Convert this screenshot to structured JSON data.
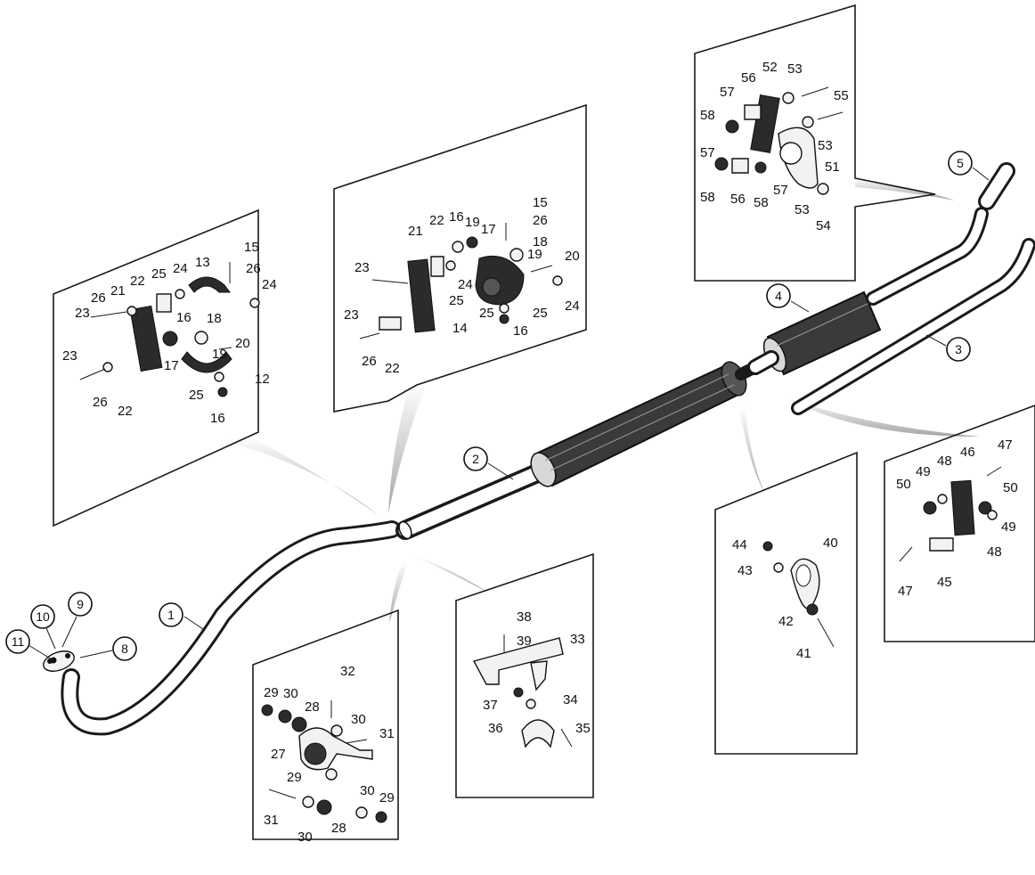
{
  "callouts": {
    "c1": "1",
    "c2": "2",
    "c3": "3",
    "c4": "4",
    "c5": "5",
    "c8": "8",
    "c9": "9",
    "c10": "10",
    "c11": "11"
  },
  "panel_a": [
    "15",
    "26",
    "24",
    "13",
    "25",
    "24",
    "22",
    "21",
    "26",
    "23",
    "16",
    "18",
    "17",
    "19",
    "20",
    "12",
    "23",
    "26",
    "22",
    "25",
    "16"
  ],
  "panel_b": [
    "15",
    "26",
    "16",
    "19",
    "22",
    "17",
    "18",
    "21",
    "19",
    "20",
    "23",
    "24",
    "25",
    "24",
    "25",
    "25",
    "16",
    "14",
    "23",
    "26",
    "22"
  ],
  "panel_c": [
    "52",
    "53",
    "56",
    "57",
    "55",
    "58",
    "53",
    "57",
    "51",
    "58",
    "56",
    "58",
    "57",
    "53",
    "54"
  ],
  "panel_d": [
    "47",
    "46",
    "48",
    "49",
    "50",
    "50",
    "49",
    "48",
    "47",
    "45"
  ],
  "panel_e": [
    "44",
    "40",
    "43",
    "42",
    "41"
  ],
  "panel_f": [
    "38",
    "39",
    "33",
    "37",
    "34",
    "36",
    "35"
  ],
  "panel_g": [
    "29",
    "32",
    "30",
    "28",
    "30",
    "31",
    "27",
    "29",
    "30",
    "31",
    "30",
    "28",
    "29"
  ]
}
